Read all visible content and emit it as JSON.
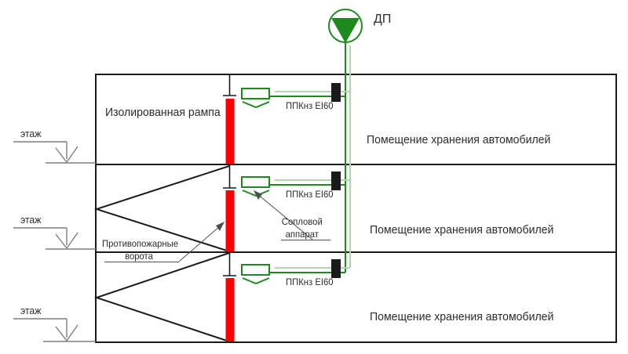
{
  "colors": {
    "pipe_green": "#1e8a1e",
    "pipe_green_light": "#b2d6b2",
    "gate_red": "#ff0000",
    "line_black": "#1a1a1a",
    "marker_gray": "#7d7d7d",
    "leader_gray": "#4f4f4f",
    "text": "#2b2b2b"
  },
  "dp_symbol": {
    "label": "ДП",
    "icon": "fan-triangle-in-circle-icon"
  },
  "floor_markers": {
    "0": {
      "label": "этаж"
    },
    "1": {
      "label": "этаж"
    },
    "2": {
      "label": "этаж"
    }
  },
  "ramp": {
    "label": "Изолированная рампа"
  },
  "fire_gates": {
    "line1": "Противопожарные",
    "line2": "ворота"
  },
  "nozzle": {
    "line1": "Сопловой",
    "line2": "аппарат"
  },
  "valves": {
    "0": {
      "label": "ППКнз EI60"
    },
    "1": {
      "label": "ППКнз EI60"
    },
    "2": {
      "label": "ППКнз EI60"
    }
  },
  "rooms": {
    "0": {
      "label": "Помещение хранения автомобилей"
    },
    "1": {
      "label": "Помещение хранения автомобилей"
    },
    "2": {
      "label": "Помещение хранения автомобилей"
    }
  }
}
